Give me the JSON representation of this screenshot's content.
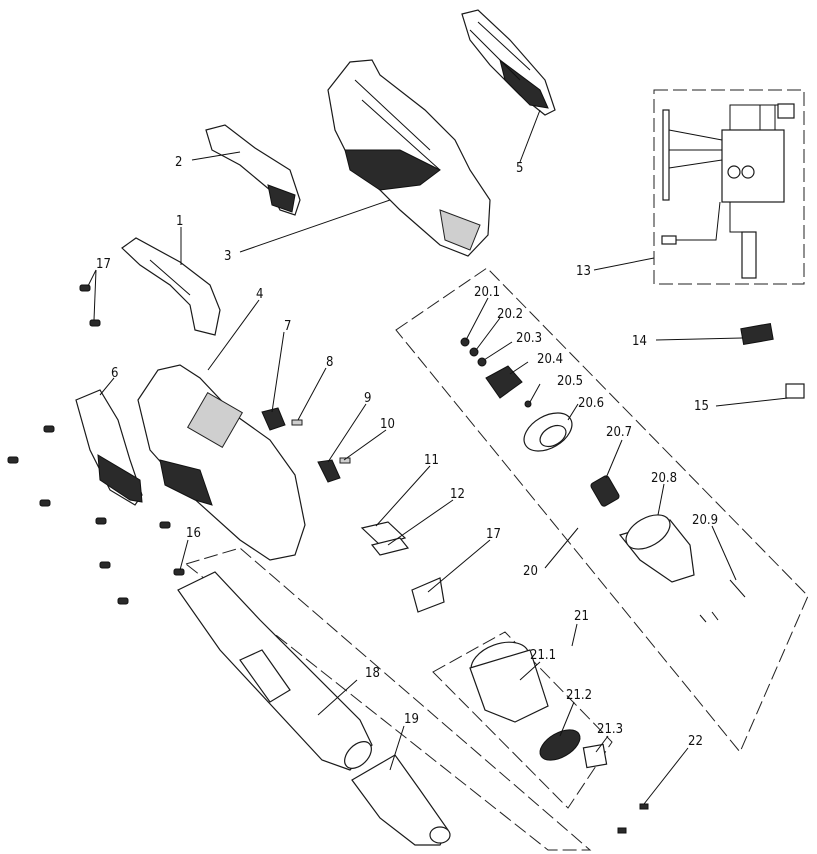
{
  "labels": {
    "p1": "1",
    "p2": "2",
    "p3": "3",
    "p4": "4",
    "p5": "5",
    "p6": "6",
    "p7": "7",
    "p8": "8",
    "p9": "9",
    "p10": "10",
    "p11": "11",
    "p12": "12",
    "p13": "13",
    "p14": "14",
    "p15": "15",
    "p16": "16",
    "p17a": "17",
    "p17b": "17",
    "p18": "18",
    "p19": "19",
    "p20": "20",
    "p20_1": "20.1",
    "p20_2": "20.2",
    "p20_3": "20.3",
    "p20_4": "20.4",
    "p20_5": "20.5",
    "p20_6": "20.6",
    "p20_7": "20.7",
    "p20_8": "20.8",
    "p20_9": "20.9",
    "p21": "21",
    "p21_1": "21.1",
    "p21_2": "21.2",
    "p21_3": "21.3",
    "p22": "22"
  }
}
